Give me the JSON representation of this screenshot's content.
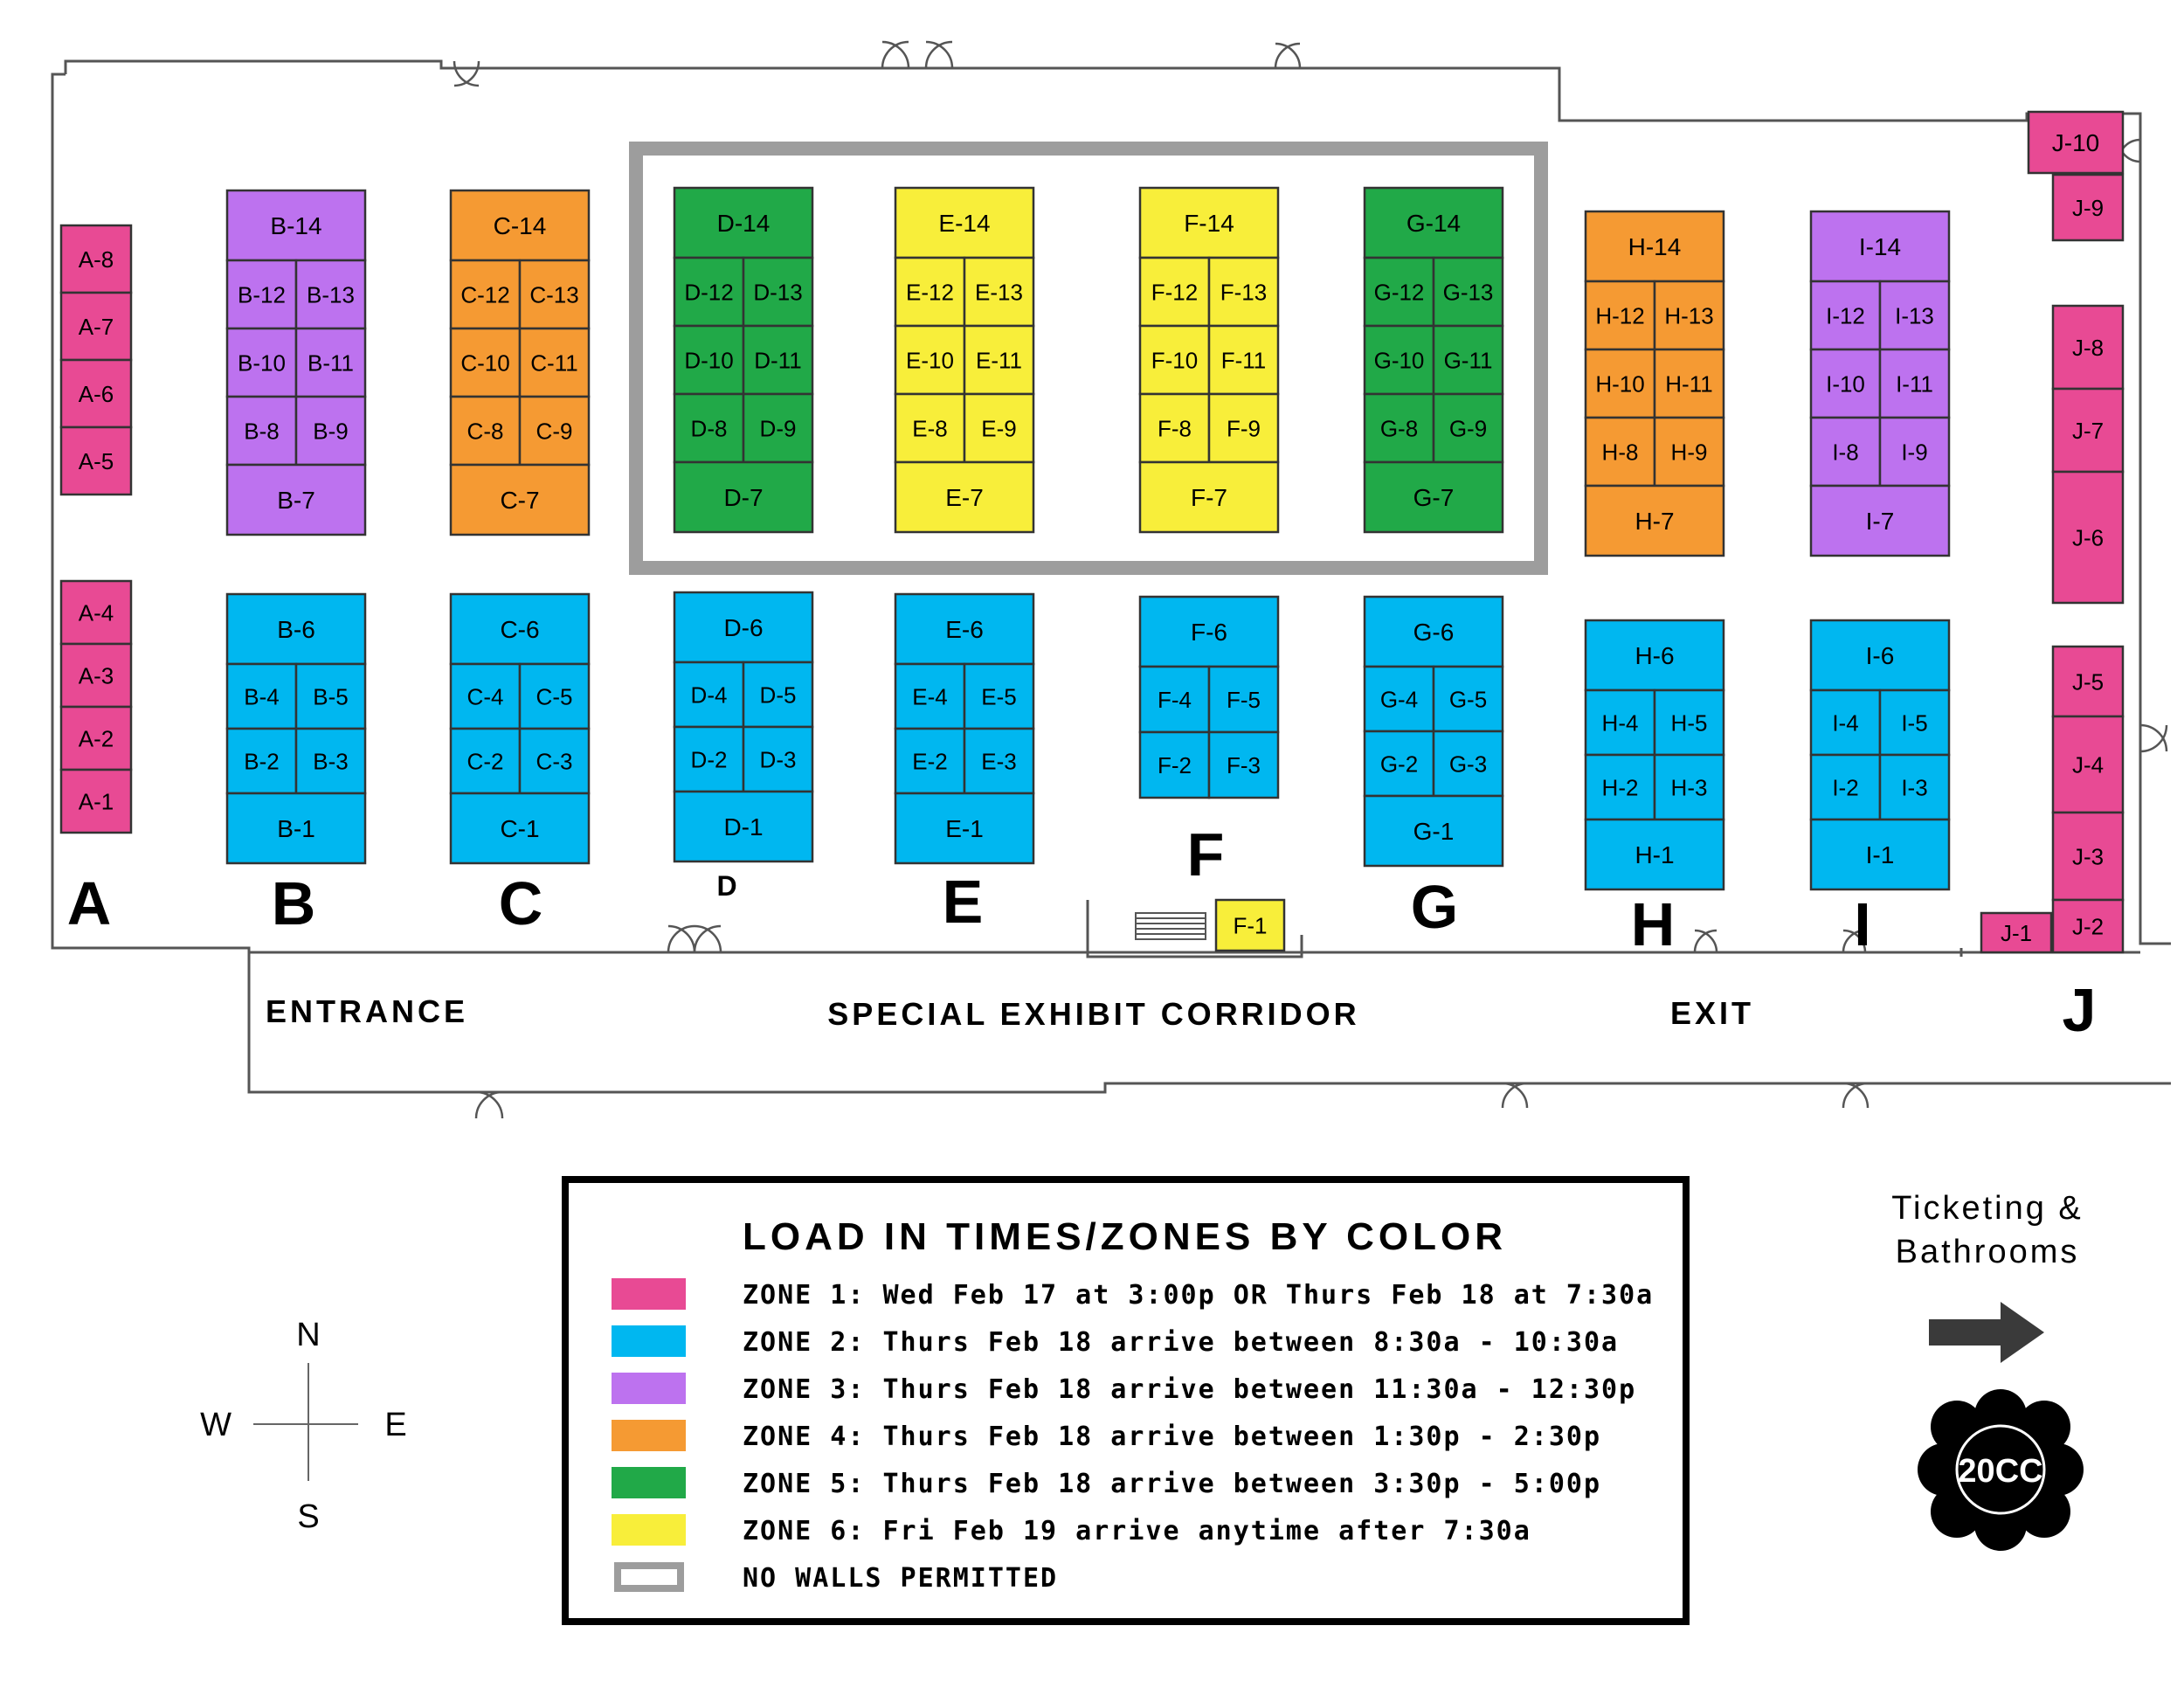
{
  "zone_colors": {
    "1": "#e84a94",
    "2": "#00b7f0",
    "3": "#bd72ef",
    "4": "#f59a33",
    "5": "#21a948",
    "6": "#f8ee3a"
  },
  "booths": [
    {
      "label": "A-8",
      "zone": 1
    },
    {
      "label": "A-7",
      "zone": 1
    },
    {
      "label": "A-6",
      "zone": 1
    },
    {
      "label": "A-5",
      "zone": 1
    },
    {
      "label": "A-4",
      "zone": 1
    },
    {
      "label": "A-3",
      "zone": 1
    },
    {
      "label": "A-2",
      "zone": 1
    },
    {
      "label": "A-1",
      "zone": 1
    },
    {
      "label": "B-14",
      "zone": 3
    },
    {
      "label": "B-12",
      "zone": 3
    },
    {
      "label": "B-13",
      "zone": 3
    },
    {
      "label": "B-10",
      "zone": 3
    },
    {
      "label": "B-11",
      "zone": 3
    },
    {
      "label": "B-8",
      "zone": 3
    },
    {
      "label": "B-9",
      "zone": 3
    },
    {
      "label": "B-7",
      "zone": 3
    },
    {
      "label": "B-6",
      "zone": 2
    },
    {
      "label": "B-4",
      "zone": 2
    },
    {
      "label": "B-5",
      "zone": 2
    },
    {
      "label": "B-2",
      "zone": 2
    },
    {
      "label": "B-3",
      "zone": 2
    },
    {
      "label": "B-1",
      "zone": 2
    },
    {
      "label": "C-14",
      "zone": 4
    },
    {
      "label": "C-12",
      "zone": 4
    },
    {
      "label": "C-13",
      "zone": 4
    },
    {
      "label": "C-10",
      "zone": 4
    },
    {
      "label": "C-11",
      "zone": 4
    },
    {
      "label": "C-8",
      "zone": 4
    },
    {
      "label": "C-9",
      "zone": 4
    },
    {
      "label": "C-7",
      "zone": 4
    },
    {
      "label": "C-6",
      "zone": 2
    },
    {
      "label": "C-4",
      "zone": 2
    },
    {
      "label": "C-5",
      "zone": 2
    },
    {
      "label": "C-2",
      "zone": 2
    },
    {
      "label": "C-3",
      "zone": 2
    },
    {
      "label": "C-1",
      "zone": 2
    },
    {
      "label": "D-14",
      "zone": 5
    },
    {
      "label": "D-12",
      "zone": 5
    },
    {
      "label": "D-13",
      "zone": 5
    },
    {
      "label": "D-10",
      "zone": 5
    },
    {
      "label": "D-11",
      "zone": 5
    },
    {
      "label": "D-8",
      "zone": 5
    },
    {
      "label": "D-9",
      "zone": 5
    },
    {
      "label": "D-7",
      "zone": 5
    },
    {
      "label": "D-6",
      "zone": 2
    },
    {
      "label": "D-4",
      "zone": 2
    },
    {
      "label": "D-5",
      "zone": 2
    },
    {
      "label": "D-2",
      "zone": 2
    },
    {
      "label": "D-3",
      "zone": 2
    },
    {
      "label": "D-1",
      "zone": 2
    },
    {
      "label": "E-14",
      "zone": 6
    },
    {
      "label": "E-12",
      "zone": 6
    },
    {
      "label": "E-13",
      "zone": 6
    },
    {
      "label": "E-10",
      "zone": 6
    },
    {
      "label": "E-11",
      "zone": 6
    },
    {
      "label": "E-8",
      "zone": 6
    },
    {
      "label": "E-9",
      "zone": 6
    },
    {
      "label": "E-7",
      "zone": 6
    },
    {
      "label": "E-6",
      "zone": 2
    },
    {
      "label": "E-4",
      "zone": 2
    },
    {
      "label": "E-5",
      "zone": 2
    },
    {
      "label": "E-2",
      "zone": 2
    },
    {
      "label": "E-3",
      "zone": 2
    },
    {
      "label": "E-1",
      "zone": 2
    },
    {
      "label": "F-14",
      "zone": 6
    },
    {
      "label": "F-12",
      "zone": 6
    },
    {
      "label": "F-13",
      "zone": 6
    },
    {
      "label": "F-10",
      "zone": 6
    },
    {
      "label": "F-11",
      "zone": 6
    },
    {
      "label": "F-8",
      "zone": 6
    },
    {
      "label": "F-9",
      "zone": 6
    },
    {
      "label": "F-7",
      "zone": 6
    },
    {
      "label": "F-6",
      "zone": 2
    },
    {
      "label": "F-4",
      "zone": 2
    },
    {
      "label": "F-5",
      "zone": 2
    },
    {
      "label": "F-2",
      "zone": 2
    },
    {
      "label": "F-3",
      "zone": 2
    },
    {
      "label": "F-1",
      "zone": 6
    },
    {
      "label": "G-14",
      "zone": 5
    },
    {
      "label": "G-12",
      "zone": 5
    },
    {
      "label": "G-13",
      "zone": 5
    },
    {
      "label": "G-10",
      "zone": 5
    },
    {
      "label": "G-11",
      "zone": 5
    },
    {
      "label": "G-8",
      "zone": 5
    },
    {
      "label": "G-9",
      "zone": 5
    },
    {
      "label": "G-7",
      "zone": 5
    },
    {
      "label": "G-6",
      "zone": 2
    },
    {
      "label": "G-4",
      "zone": 2
    },
    {
      "label": "G-5",
      "zone": 2
    },
    {
      "label": "G-2",
      "zone": 2
    },
    {
      "label": "G-3",
      "zone": 2
    },
    {
      "label": "G-1",
      "zone": 2
    },
    {
      "label": "H-14",
      "zone": 4
    },
    {
      "label": "H-12",
      "zone": 4
    },
    {
      "label": "H-13",
      "zone": 4
    },
    {
      "label": "H-10",
      "zone": 4
    },
    {
      "label": "H-11",
      "zone": 4
    },
    {
      "label": "H-8",
      "zone": 4
    },
    {
      "label": "H-9",
      "zone": 4
    },
    {
      "label": "H-7",
      "zone": 4
    },
    {
      "label": "H-6",
      "zone": 2
    },
    {
      "label": "H-4",
      "zone": 2
    },
    {
      "label": "H-5",
      "zone": 2
    },
    {
      "label": "H-2",
      "zone": 2
    },
    {
      "label": "H-3",
      "zone": 2
    },
    {
      "label": "H-1",
      "zone": 2
    },
    {
      "label": "I-14",
      "zone": 3
    },
    {
      "label": "I-12",
      "zone": 3
    },
    {
      "label": "I-13",
      "zone": 3
    },
    {
      "label": "I-10",
      "zone": 3
    },
    {
      "label": "I-11",
      "zone": 3
    },
    {
      "label": "I-8",
      "zone": 3
    },
    {
      "label": "I-9",
      "zone": 3
    },
    {
      "label": "I-7",
      "zone": 3
    },
    {
      "label": "I-6",
      "zone": 2
    },
    {
      "label": "I-4",
      "zone": 2
    },
    {
      "label": "I-5",
      "zone": 2
    },
    {
      "label": "I-2",
      "zone": 2
    },
    {
      "label": "I-3",
      "zone": 2
    },
    {
      "label": "I-1",
      "zone": 2
    },
    {
      "label": "J-10",
      "zone": 1
    },
    {
      "label": "J-9",
      "zone": 1
    },
    {
      "label": "J-8",
      "zone": 1
    },
    {
      "label": "J-7",
      "zone": 1
    },
    {
      "label": "J-6",
      "zone": 1
    },
    {
      "label": "J-5",
      "zone": 1
    },
    {
      "label": "J-4",
      "zone": 1
    },
    {
      "label": "J-3",
      "zone": 1
    },
    {
      "label": "J-2",
      "zone": 1
    },
    {
      "label": "J-1",
      "zone": 1
    }
  ],
  "row_letters": [
    "A",
    "B",
    "C",
    "D",
    "E",
    "F",
    "G",
    "H",
    "I",
    "J"
  ],
  "corridor": {
    "entrance": "ENTRANCE",
    "special": "SPECIAL EXHIBIT CORRIDOR",
    "exit": "EXIT"
  },
  "legend": {
    "title": "LOAD IN TIMES/ZONES BY COLOR",
    "items": [
      {
        "text": "ZONE 1: Wed Feb 17 at 3:00p OR Thurs Feb 18 at 7:30a",
        "color": "#e84a94"
      },
      {
        "text": "ZONE 2: Thurs Feb 18 arrive between 8:30a - 10:30a",
        "color": "#00b7f0"
      },
      {
        "text": "ZONE 3: Thurs Feb 18 arrive between 11:30a - 12:30p",
        "color": "#bd72ef"
      },
      {
        "text": "ZONE 4: Thurs Feb 18 arrive between 1:30p - 2:30p",
        "color": "#f59a33"
      },
      {
        "text": "ZONE 5: Thurs Feb 18 arrive between 3:30p - 5:00p",
        "color": "#21a948"
      },
      {
        "text": "ZONE 6: Fri Feb 19 arrive anytime after 7:30a",
        "color": "#f8ee3a"
      },
      {
        "text": "NO WALLS PERMITTED",
        "color": "#9d9d9d"
      }
    ]
  },
  "compass": {
    "n": "N",
    "s": "S",
    "e": "E",
    "w": "W"
  },
  "ticketing": {
    "line1": "Ticketing &",
    "line2": "Bathrooms"
  },
  "logo": {
    "text": "20CC"
  }
}
